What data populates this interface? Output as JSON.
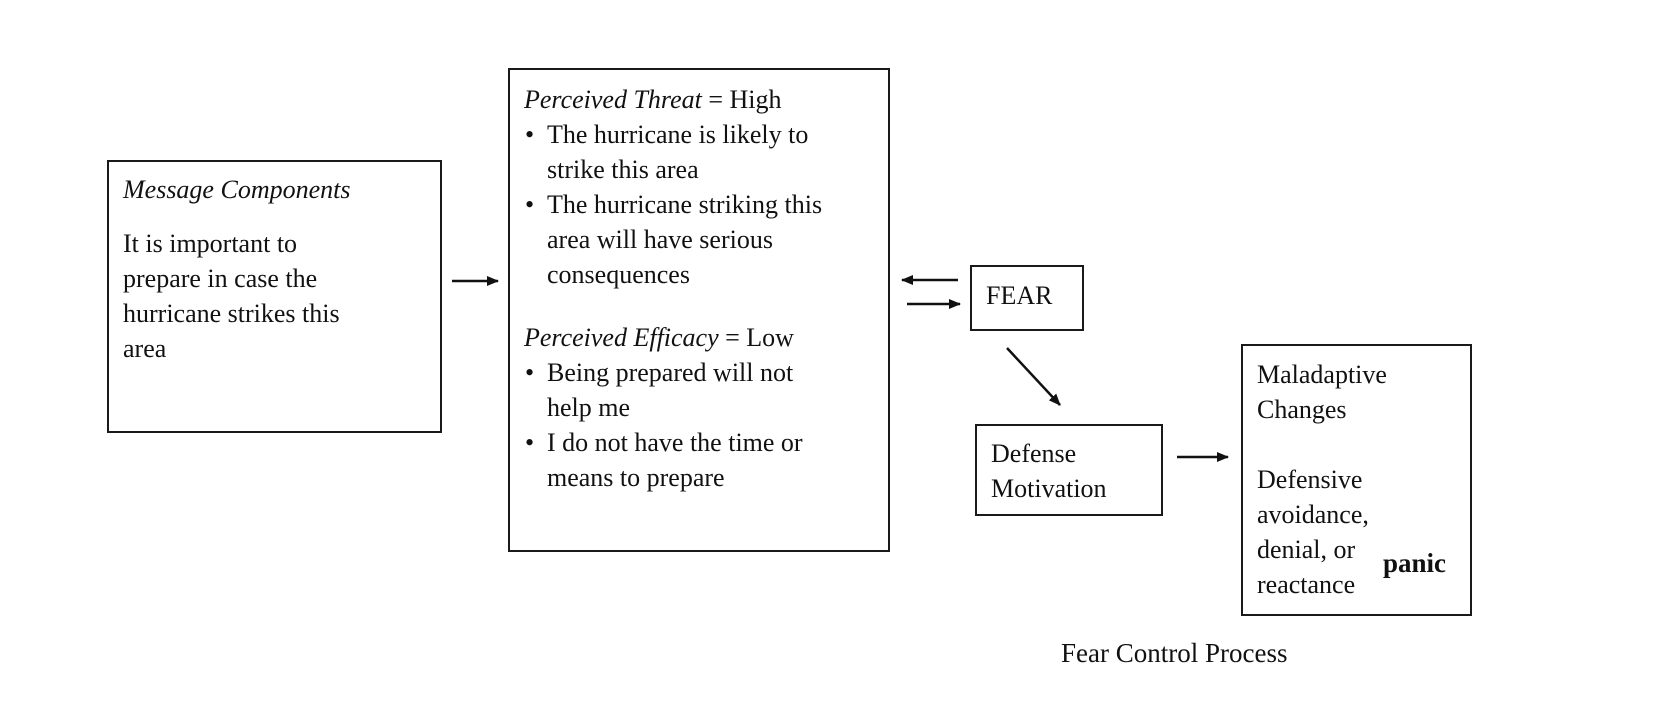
{
  "message_box": {
    "heading": "Message Components",
    "body_lines": [
      "It is important to",
      "prepare in case the",
      "hurricane strikes this",
      "area"
    ]
  },
  "perception_box": {
    "threat_label": "Perceived Threat",
    "threat_value": "= High",
    "threat_bullets": [
      [
        "The hurricane is likely to",
        "strike this area"
      ],
      [
        "The hurricane striking this",
        "area will have serious",
        "consequences"
      ]
    ],
    "efficacy_label": "Perceived Efficacy",
    "efficacy_value": "= Low",
    "efficacy_bullets": [
      [
        "Being prepared will not",
        "help me"
      ],
      [
        "I do not have the time or",
        "means to prepare"
      ]
    ]
  },
  "fear_box": {
    "label": "FEAR"
  },
  "defense_box": {
    "lines": [
      "Defense",
      "Motivation"
    ]
  },
  "maladaptive_box": {
    "heading_lines": [
      "Maladaptive",
      "Changes"
    ],
    "body_lines": [
      "Defensive",
      "avoidance,",
      "denial, or",
      "reactance"
    ],
    "overlay_word": "panic"
  },
  "caption": "Fear Control Process"
}
